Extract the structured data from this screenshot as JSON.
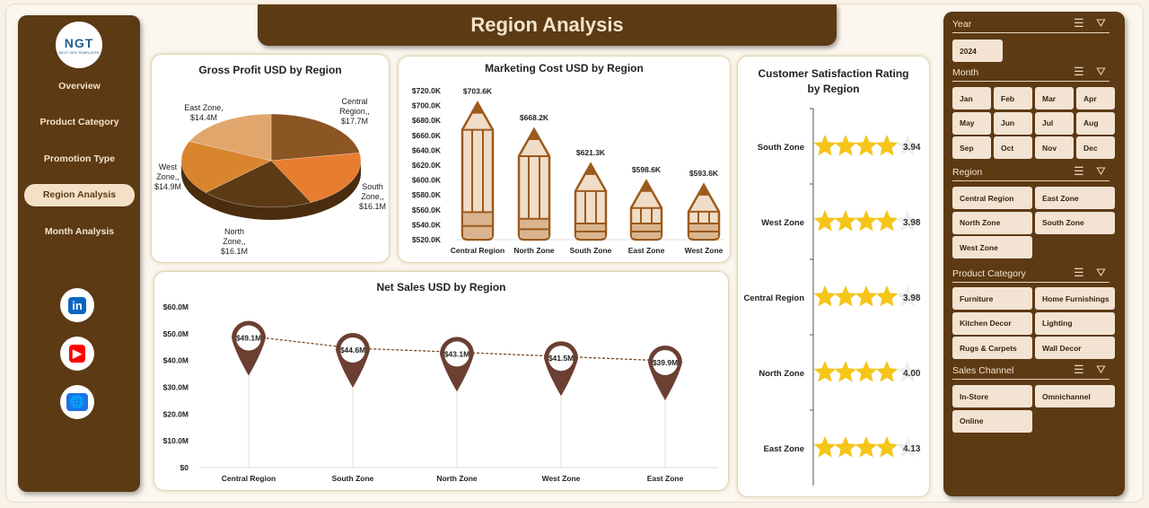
{
  "title": "Region Analysis",
  "logo": {
    "text": "NGT",
    "subtext": "NEXT GEN TEMPLATES"
  },
  "nav": [
    {
      "label": "Overview"
    },
    {
      "label": "Product Category"
    },
    {
      "label": "Promotion Type"
    },
    {
      "label": "Region Analysis",
      "active": true
    },
    {
      "label": "Month Analysis"
    }
  ],
  "social": [
    {
      "icon": "linkedin-icon",
      "label": "in",
      "color": "#0a66c2"
    },
    {
      "icon": "youtube-icon",
      "label": "▶",
      "color": "#ff0000"
    },
    {
      "icon": "globe-icon",
      "label": "🌐",
      "color": "#1a73e8"
    }
  ],
  "colors": {
    "brown": "#5c3a14",
    "cream": "#f3e3d2",
    "gold": "#f5c518"
  },
  "slicers": {
    "year": {
      "title": "Year",
      "items": [
        "2024"
      ]
    },
    "month": {
      "title": "Month",
      "items": [
        "Jan",
        "Feb",
        "Mar",
        "Apr",
        "May",
        "Jun",
        "Jul",
        "Aug",
        "Sep",
        "Oct",
        "Nov",
        "Dec"
      ]
    },
    "region": {
      "title": "Region",
      "items": [
        "Central Region",
        "East Zone",
        "North Zone",
        "South Zone",
        "West Zone"
      ]
    },
    "category": {
      "title": "Product Category",
      "items": [
        "Furniture",
        "Home Furnishings",
        "Kitchen Decor",
        "Lighting",
        "Rugs & Carpets",
        "Wall Decor"
      ]
    },
    "channel": {
      "title": "Sales Channel",
      "items": [
        "In-Store",
        "Omnichannel",
        "Online"
      ]
    }
  },
  "chart_data": [
    {
      "type": "pie",
      "title": "Gross Profit USD by Region",
      "categories": [
        "Central Region",
        "South Zone",
        "North Zone",
        "West Zone",
        "East Zone"
      ],
      "values": [
        17.7,
        16.1,
        16.1,
        14.9,
        14.4
      ],
      "labels": [
        "Central Region, $17.7M",
        "South Zone, $16.1M",
        "North Zone, $16.1M",
        "West Zone, $14.9M",
        "East Zone, $14.4M"
      ],
      "unit": "USD M",
      "colors": [
        "#8b5524",
        "#e87d2f",
        "#5c3a14",
        "#d9852e",
        "#e1a66c"
      ]
    },
    {
      "type": "bar",
      "title": "Marketing Cost USD by Region",
      "categories": [
        "Central Region",
        "North Zone",
        "South Zone",
        "East Zone",
        "West Zone"
      ],
      "values": [
        703.6,
        668.2,
        621.3,
        598.6,
        593.6
      ],
      "labels": [
        "$703.6K",
        "$668.2K",
        "$621.3K",
        "$598.6K",
        "$593.6K"
      ],
      "ylim": [
        520,
        720
      ],
      "yticks": [
        "$520.0K",
        "$540.0K",
        "$560.0K",
        "$580.0K",
        "$600.0K",
        "$620.0K",
        "$640.0K",
        "$660.0K",
        "$680.0K",
        "$700.0K",
        "$720.0K"
      ],
      "unit": "USD K"
    },
    {
      "type": "line",
      "title": "Net Sales USD by Region",
      "categories": [
        "Central Region",
        "South Zone",
        "North Zone",
        "West Zone",
        "East Zone"
      ],
      "values": [
        49.1,
        44.6,
        43.1,
        41.5,
        39.9
      ],
      "labels": [
        "$49.1M",
        "$44.6M",
        "$43.1M",
        "$41.5M",
        "$39.9M"
      ],
      "ylim": [
        0,
        60
      ],
      "yticks": [
        "$0",
        "$10.0M",
        "$20.0M",
        "$30.0M",
        "$40.0M",
        "$50.0M",
        "$60.0M"
      ],
      "trendline": true,
      "unit": "USD M"
    },
    {
      "type": "bar",
      "title": "Customer Satisfaction Rating by Region",
      "categories": [
        "South Zone",
        "West Zone",
        "Central Region",
        "North Zone",
        "East Zone"
      ],
      "values": [
        3.94,
        3.98,
        3.98,
        4.0,
        4.13
      ],
      "labels": [
        "3.94",
        "3.98",
        "3.98",
        "4.00",
        "4.13"
      ],
      "orientation": "horizontal",
      "marker": "stars"
    }
  ]
}
